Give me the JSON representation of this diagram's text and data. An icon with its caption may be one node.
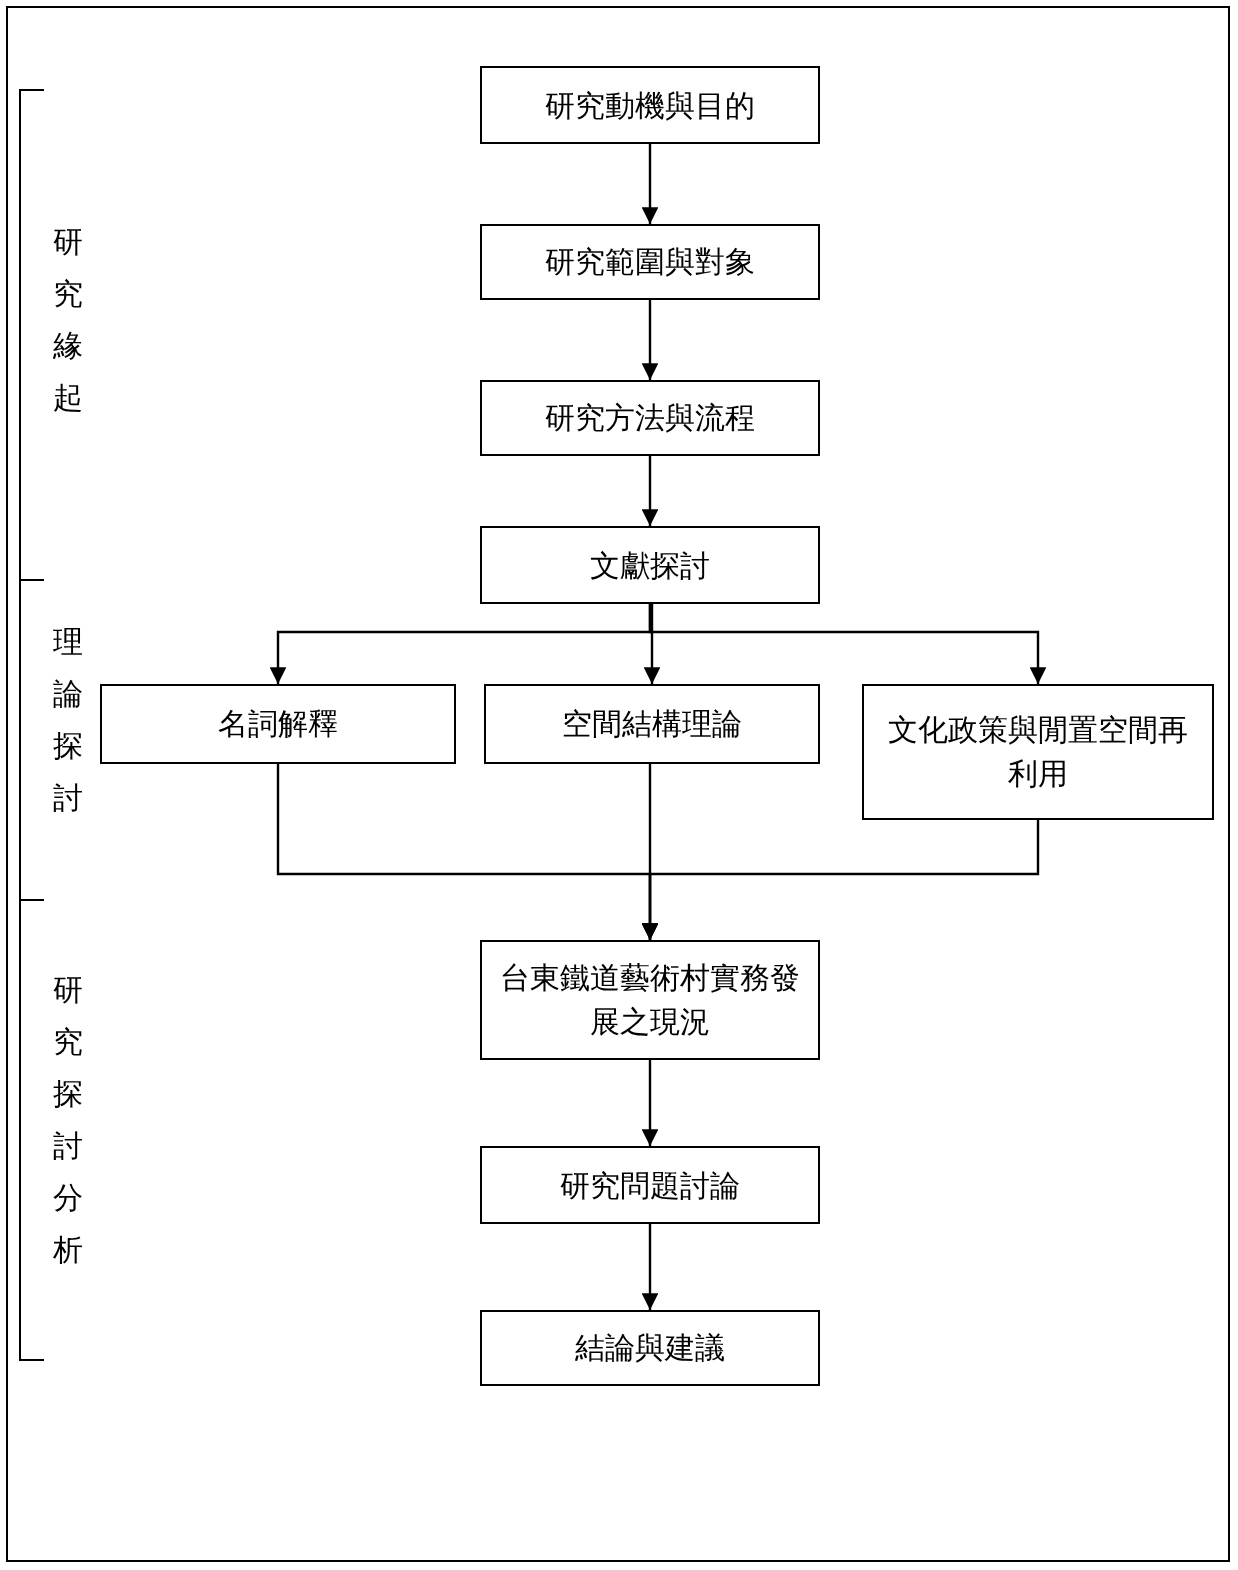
{
  "diagram": {
    "nodes": [
      {
        "text": [
          "研究動機與目的"
        ]
      },
      {
        "text": [
          "研究範圍與對象"
        ]
      },
      {
        "text": [
          "研究方法與流程"
        ]
      },
      {
        "text": [
          "文獻探討"
        ]
      },
      {
        "text": [
          "名詞解釋"
        ]
      },
      {
        "text": [
          "空間結構理論"
        ]
      },
      {
        "text": [
          "文化政策與閒置空間再利用"
        ]
      },
      {
        "text": [
          "台東鐵道藝術村實務發展之現況"
        ]
      },
      {
        "text": [
          "研究問題討論"
        ]
      },
      {
        "text": [
          "結論與建議"
        ]
      }
    ],
    "edges": [
      {
        "from": 0,
        "to": 1,
        "arrow": "to"
      },
      {
        "from": 1,
        "to": 2,
        "arrow": "to"
      },
      {
        "from": 2,
        "to": 3,
        "arrow": "to"
      },
      {
        "from": 3,
        "to": 4,
        "arrow": "to"
      },
      {
        "from": 3,
        "to": 5,
        "arrow": "to"
      },
      {
        "from": 3,
        "to": 6,
        "arrow": "to"
      },
      {
        "from": 4,
        "to": 7,
        "arrow": "to"
      },
      {
        "from": 5,
        "to": 7,
        "arrow": "to"
      },
      {
        "from": 6,
        "to": 7,
        "arrow": "to"
      },
      {
        "from": 7,
        "to": 8,
        "arrow": "to"
      },
      {
        "from": 8,
        "to": 9,
        "arrow": "to"
      }
    ],
    "labels": [
      "研究緣起",
      "理論探討",
      "研究探討分析"
    ]
  }
}
